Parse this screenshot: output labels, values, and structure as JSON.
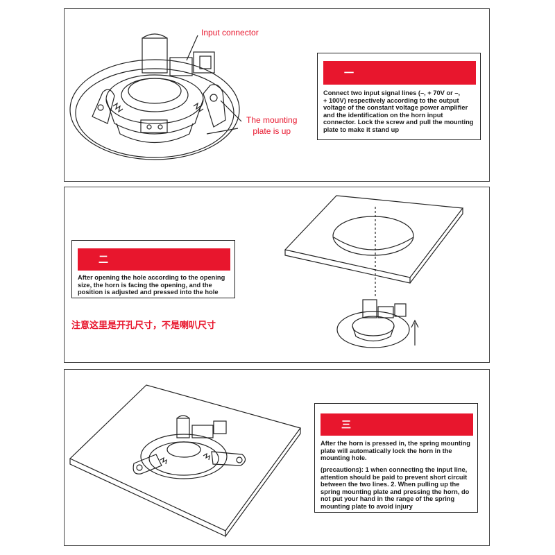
{
  "step1": {
    "number": "一",
    "callout_input": "Input connector",
    "callout_plate_line1": "The mounting",
    "callout_plate_line2": "plate is up",
    "text_lines": [
      "Connect two input signal lines (–, + 70V or –,",
      "+ 100V) respectively according to the output",
      "voltage of the constant voltage power amplifier",
      "and the identification on the horn input",
      "connector. Lock the screw and pull the mounting",
      "plate to make it stand up"
    ]
  },
  "step2": {
    "number": "二",
    "text_lines": [
      "After opening the hole according to the opening",
      "size, the horn is facing the opening, and the",
      "position is adjusted and pressed into the hole"
    ],
    "note": "注意这里是开孔尺寸，不是喇叭尺寸"
  },
  "step3": {
    "number": "三",
    "text_lines": [
      "After the horn is pressed in, the spring mounting",
      "plate will automatically lock the horn in the",
      " mounting hole."
    ],
    "precaution_lines": [
      "(precautions): 1 when connecting the input line,",
      "attention should be paid to prevent short circuit",
      " between the two lines. 2. When pulling up the",
      "spring mounting plate and pressing the horn, do",
      " not put your hand in the range of the spring",
      "mounting plate to avoid injury"
    ]
  },
  "colors": {
    "accent_red": "#e8162d",
    "line": "#222222"
  }
}
